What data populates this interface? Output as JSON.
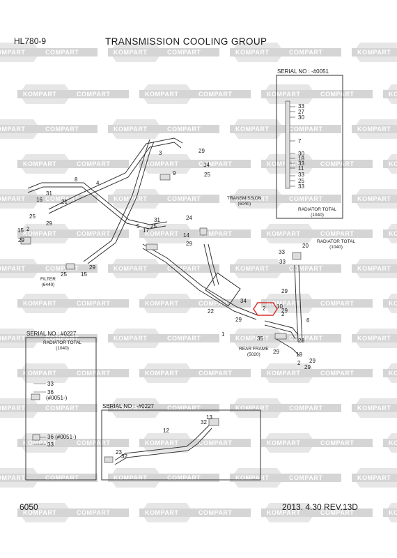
{
  "header": {
    "model": "HL780-9",
    "title": "TRANSMISSION COOLING GROUP"
  },
  "footer": {
    "page_number": "6050",
    "revision": "2013. 4.30  REV.13D"
  },
  "watermarks": {
    "word_a": "KOMPART",
    "word_b": "COMPART"
  },
  "boxes": {
    "top_right": {
      "serial": "SERIAL NO : -#0051",
      "caption_1": "RADIATOR TOTAL",
      "caption_2": "(1040)",
      "numbers": [
        "33",
        "27",
        "30",
        "7",
        "30",
        "18",
        "33",
        "11",
        "33",
        "25",
        "33"
      ]
    },
    "left": {
      "serial": "SERIAL NO : #0227",
      "caption_1": "RADIATOR TOTAL",
      "caption_2": "(1040)",
      "numbers": [
        "33",
        "36",
        "(#0051-)",
        "36 (#0051-)",
        "33"
      ]
    },
    "bottom_mid": {
      "serial": "SERIAL NO : -#0227",
      "numbers": [
        "13",
        "32",
        "12",
        "23",
        "32"
      ]
    }
  },
  "labels": {
    "transmission_1": "TRANSMISSION",
    "transmission_2": "(6040)",
    "filter_1": "FILTER",
    "filter_2": "(6440)",
    "radiator_1": "RADIATOR TOTAL",
    "radiator_2": "(1040)",
    "rear_frame_1": "REAR FRAME",
    "rear_frame_2": "(5020)"
  },
  "callouts": [
    "8",
    "4",
    "3",
    "29",
    "9",
    "31",
    "16",
    "21",
    "14",
    "25",
    "29",
    "25",
    "2",
    "15",
    "5",
    "29",
    "17",
    "25",
    "31",
    "24",
    "14",
    "29",
    "25",
    "15",
    "29",
    "22",
    "34",
    "10",
    "2",
    "29",
    "1",
    "35",
    "29",
    "28",
    "19",
    "29",
    "33",
    "20",
    "33",
    "29",
    "6",
    "2",
    "29",
    "29"
  ],
  "highlight": {
    "label": "2",
    "color": "#d93030"
  }
}
